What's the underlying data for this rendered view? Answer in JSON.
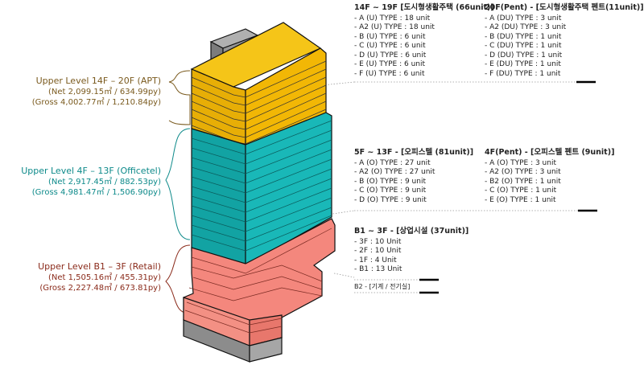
{
  "colors": {
    "apt": "#f2b705",
    "officetel": "#16b3b3",
    "retail": "#f4877d",
    "roof": "#8a8a8a",
    "base": "#9a9a9a",
    "apt_label": "#7a5a1e",
    "office_label": "#0d8a8a",
    "retail_label": "#8a2a1a"
  },
  "zones": {
    "apt": {
      "title": "Upper Level 14F – 20F (APT)",
      "net": "(Net 2,099.15㎡ / 634.99py)",
      "gross": "(Gross 4,002.77㎡ / 1,210.84py)"
    },
    "officetel": {
      "title": "Upper Level 4F – 13F (Officetel)",
      "net": "(Net 2,917.45㎡ / 882.53py)",
      "gross": "(Gross 4,981.47㎡ / 1,506.90py)"
    },
    "retail": {
      "title": "Upper Level B1 – 3F (Retail)",
      "net": "(Net 1,505.16㎡ / 455.31py)",
      "gross": "(Gross 2,227.48㎡ / 673.81py)"
    }
  },
  "lists": {
    "apt_main": {
      "head": "14F ~ 19F [도시형생활주택 (66unit)]",
      "items": [
        "- A (U) TYPE : 18 unit",
        "- A2 (U) TYPE : 18 unit",
        "- B (U) TYPE : 6 unit",
        "- C (U) TYPE : 6 unit",
        "- D (U) TYPE : 6 unit",
        "- E (U) TYPE : 6 unit",
        "- F (U) TYPE : 6 unit"
      ]
    },
    "apt_pent": {
      "head": "20F(Pent) - [도시형생활주택 펜트(11unit)]",
      "items": [
        "- A (DU) TYPE : 3 unit",
        "- A2 (DU) TYPE : 3 unit",
        "- B (DU) TYPE : 1 unit",
        "- C (DU) TYPE : 1 unit",
        "- D (DU) TYPE : 1 unit",
        "- E (DU) TYPE : 1 unit",
        "- F (DU) TYPE : 1 unit"
      ]
    },
    "office_main": {
      "head": "5F ~ 13F - [오피스텔 (81unit)]",
      "items": [
        "- A (O) TYPE : 27 unit",
        "- A2 (O) TYPE : 27 unit",
        "- B (O) TYPE : 9 unit",
        "- C (O) TYPE : 9 unit",
        "- D (O) TYPE : 9 unit"
      ]
    },
    "office_pent": {
      "head": "4F(Pent) - [오피스텔 펜트 (9unit)]",
      "items": [
        "- A (O) TYPE : 3 unit",
        "- A2 (O) TYPE : 3 unit",
        "- B2 (O) TYPE : 1 unit",
        "- C (O) TYPE : 1 unit",
        "- E (O) TYPE : 1 unit"
      ]
    },
    "retail": {
      "head": "B1 ~ 3F - [상업시설 (37unit)]",
      "items": [
        "- 3F : 10 Unit",
        "- 2F : 10 Unit",
        "- 1F : 4 Unit",
        "- B1 : 13 Unit"
      ]
    },
    "b2": "B2 - [기계 / 전기실]"
  }
}
